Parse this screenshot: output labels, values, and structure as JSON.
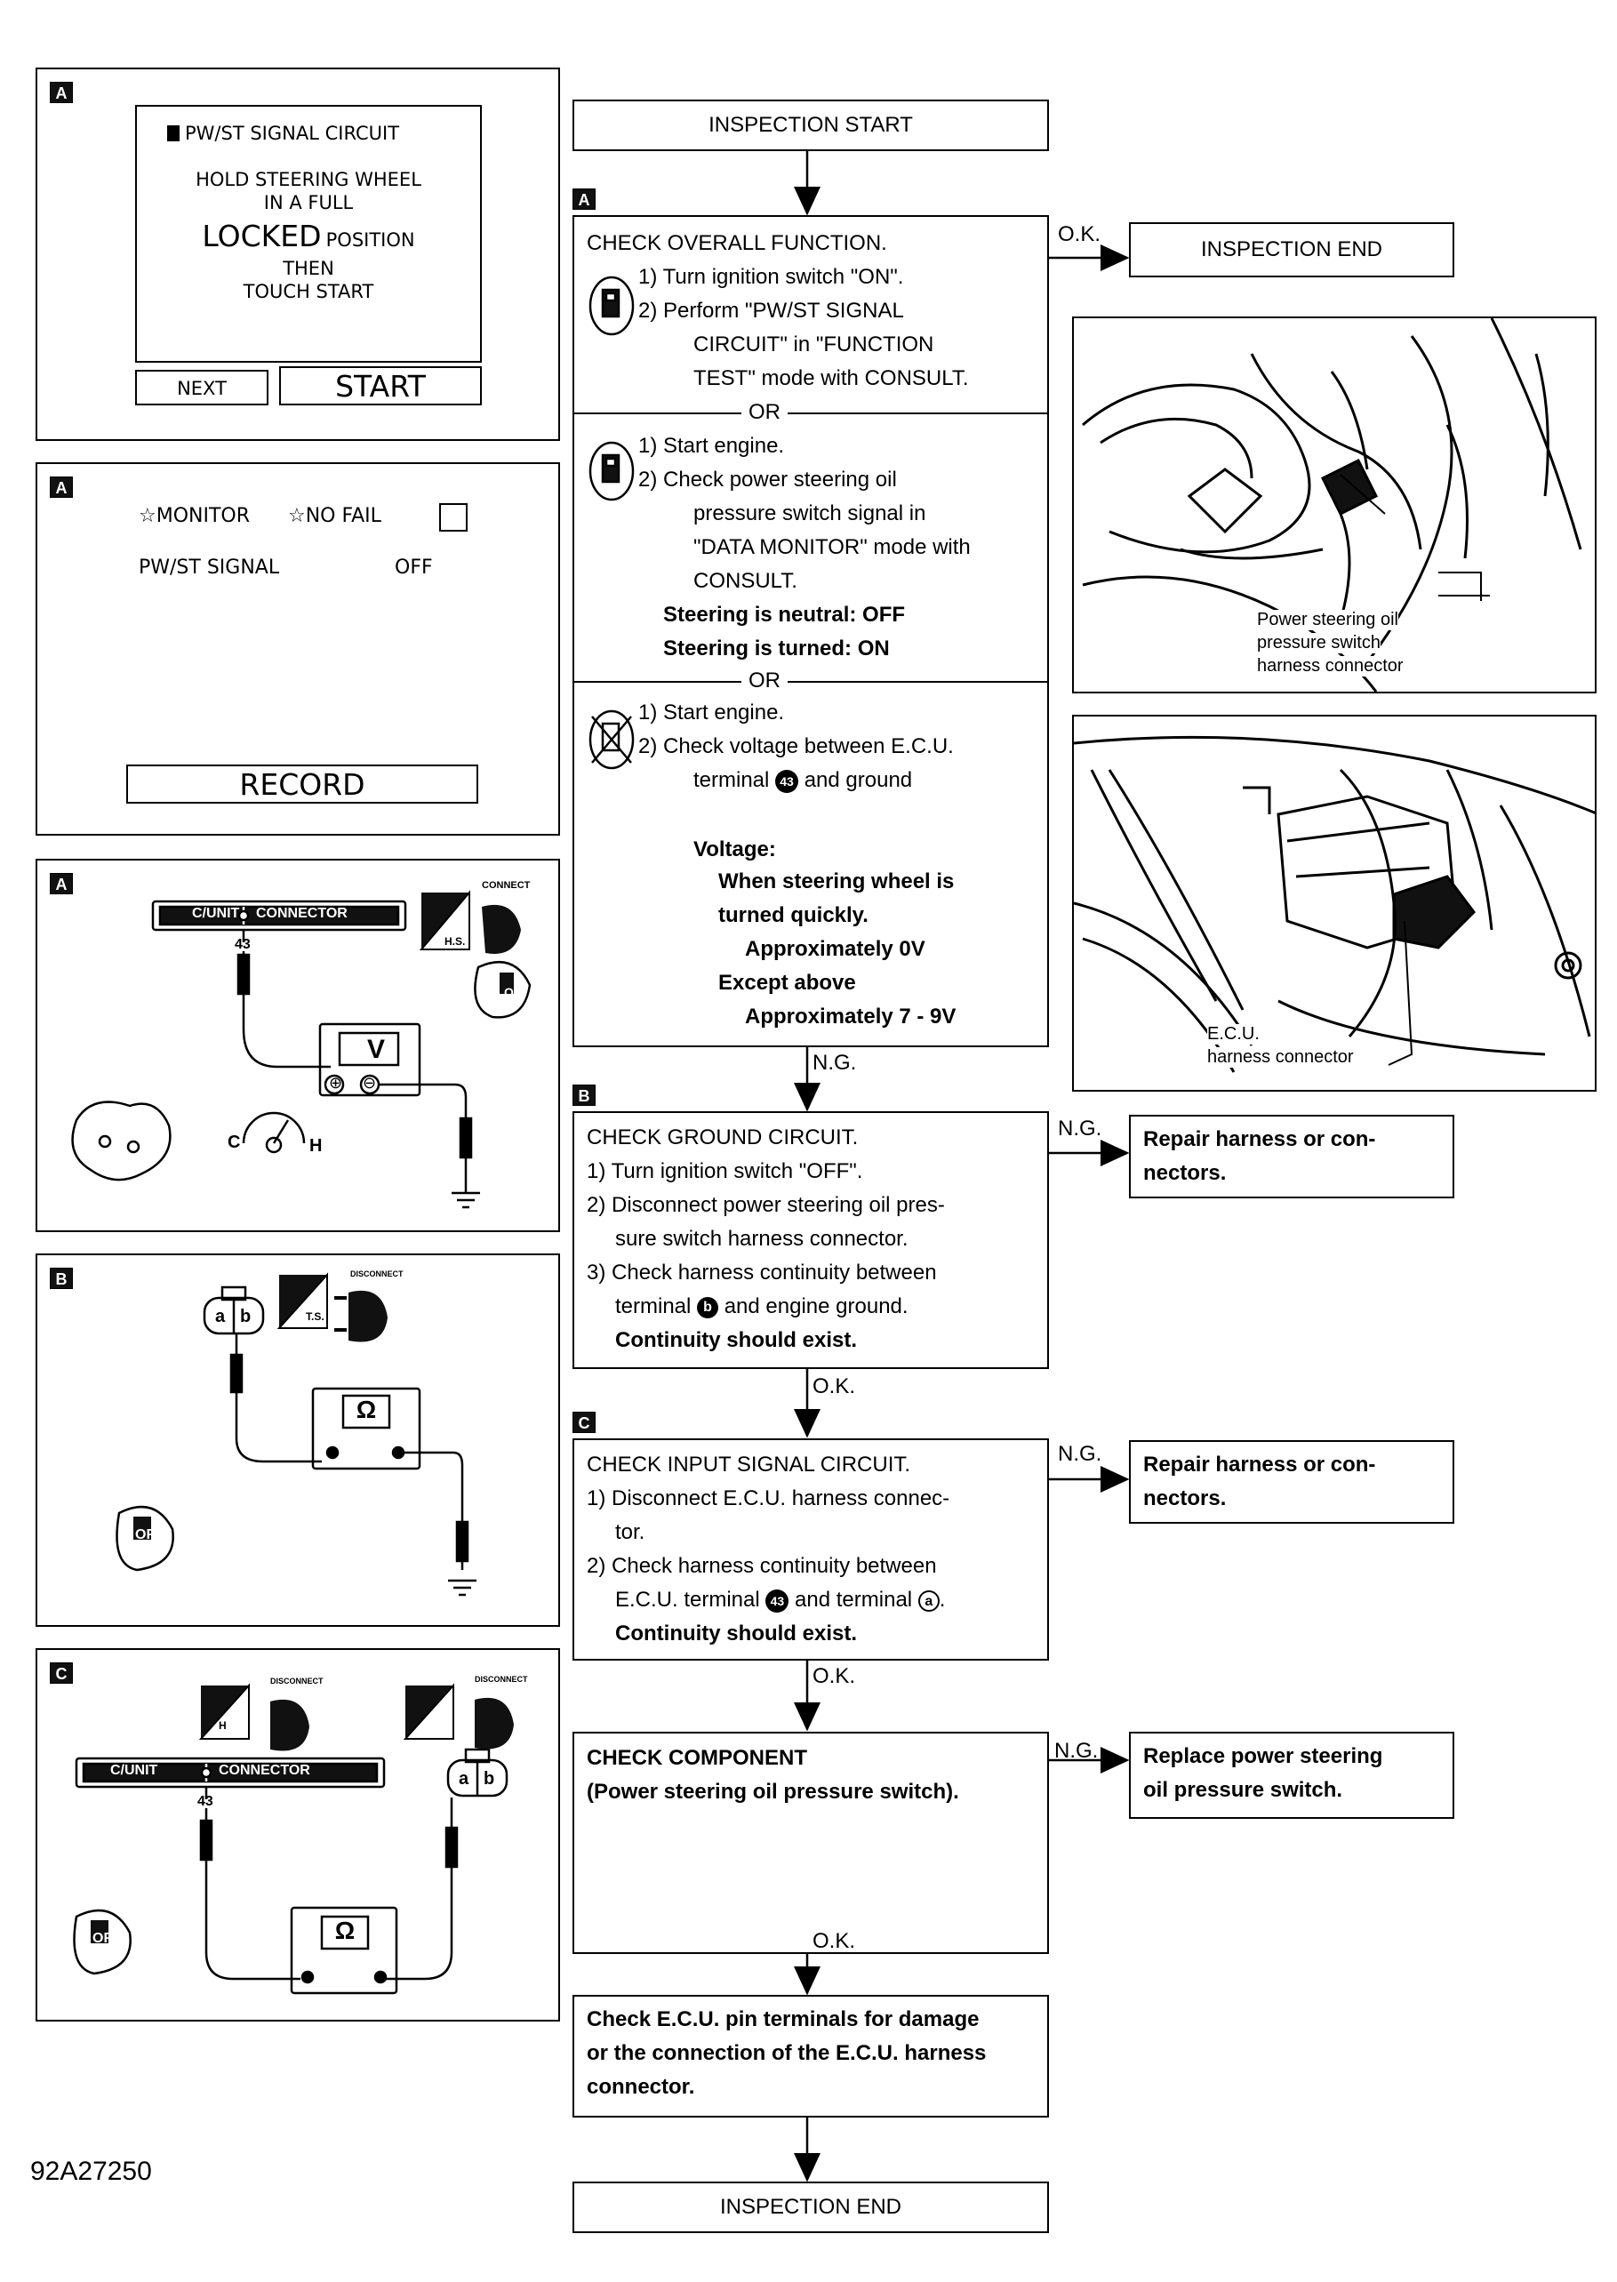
{
  "doc_code": "92A27250",
  "left": {
    "panel1": {
      "tag": "A",
      "screen_title": "PW/ST SIGNAL CIRCUIT",
      "line1": "HOLD STEERING WHEEL",
      "line2": "IN A FULL",
      "line3_big": "LOCKED",
      "line3_small": "POSITION",
      "line4": "THEN",
      "line5": "TOUCH START",
      "btn_next": "NEXT",
      "btn_start": "START"
    },
    "panel2": {
      "tag": "A",
      "hdr_monitor": "☆MONITOR",
      "hdr_nofail": "☆NO FAIL",
      "row_label": "PW/ST SIGNAL",
      "row_value": "OFF",
      "btn_record": "RECORD"
    },
    "panel3": {
      "tag": "A",
      "cunit": "C/UNIT",
      "connector": "CONNECTOR",
      "pin": "43",
      "connect": "CONNECT",
      "meter": "V",
      "hs": "H.S.",
      "on": "ON",
      "gauge_c": "C",
      "gauge_h": "H"
    },
    "panel4": {
      "tag": "B",
      "term_a": "a",
      "term_b": "b",
      "ts": "T.S.",
      "disconnect": "DISCONNECT",
      "meter": "Ω",
      "off": "OFF"
    },
    "panel5": {
      "tag": "C",
      "cunit": "C/UNIT",
      "connector": "CONNECTOR",
      "pin": "43",
      "h": "H",
      "disconnect1": "DISCONNECT",
      "disconnect2": "DISCONNECT",
      "term_a": "a",
      "term_b": "b",
      "meter": "Ω",
      "off": "OFF"
    }
  },
  "flow": {
    "start": "INSPECTION START",
    "tagA": "A",
    "tagB": "B",
    "tagC": "C",
    "boxA": {
      "title": "CHECK OVERALL FUNCTION.",
      "s1_1": "1) Turn ignition switch \"ON\".",
      "s1_2": "2) Perform \"PW/ST SIGNAL",
      "s1_3": "CIRCUIT\" in \"FUNCTION",
      "s1_4": "TEST\" mode with CONSULT.",
      "or1": "OR",
      "s2_1": "1) Start engine.",
      "s2_2": "2) Check power steering oil",
      "s2_3": "pressure switch signal in",
      "s2_4": "\"DATA MONITOR\" mode with",
      "s2_5": "CONSULT.",
      "s2_6": "Steering is neutral: OFF",
      "s2_7": "Steering is turned: ON",
      "or2": "OR",
      "s3_1": "1) Start engine.",
      "s3_2": "2) Check voltage between E.C.U.",
      "s3_3a": "terminal",
      "s3_3pin": "43",
      "s3_3b": "and ground",
      "s3_4": "Voltage:",
      "s3_5": "When steering wheel is",
      "s3_6": "turned quickly.",
      "s3_7": "Approximately 0V",
      "s3_8": "Except above",
      "s3_9": "Approximately 7 - 9V"
    },
    "ok_A": "O.K.",
    "endA": "INSPECTION END",
    "ng_A": "N.G.",
    "photo1": {
      "l1": "Power steering oil",
      "l2": "pressure switch",
      "l3": "harness connector"
    },
    "photo2": {
      "l1": "E.C.U.",
      "l2": "harness connector"
    },
    "boxB": {
      "title": "CHECK GROUND CIRCUIT.",
      "l1": "1) Turn ignition switch \"OFF\".",
      "l2": "2) Disconnect power steering oil pres-",
      "l3": "sure switch harness connector.",
      "l4": "3) Check harness continuity between",
      "l5a": "terminal",
      "l5pin": "b",
      "l5b": "and engine ground.",
      "l6": "Continuity should exist."
    },
    "ng_B": "N.G.",
    "repB_1": "Repair harness or con-",
    "repB_2": "nectors.",
    "ok_B": "O.K.",
    "boxC": {
      "title": "CHECK INPUT SIGNAL CIRCUIT.",
      "l1": "1) Disconnect E.C.U. harness connec-",
      "l2": "tor.",
      "l3": "2) Check harness continuity between",
      "l4a": "E.C.U. terminal",
      "l4pin": "43",
      "l4b": "and terminal",
      "l4pin2": "a",
      "l5": "Continuity should exist."
    },
    "ng_C": "N.G.",
    "repC_1": "Repair harness or con-",
    "repC_2": "nectors.",
    "ok_C": "O.K.",
    "boxD": {
      "l1": "CHECK COMPONENT",
      "l2": "(Power steering oil pressure switch)."
    },
    "ng_D": "N.G.",
    "repD_1": "Replace power steering",
    "repD_2": "oil pressure switch.",
    "ok_D": "O.K.",
    "boxE": {
      "l1": "Check E.C.U. pin terminals for damage",
      "l2": "or the connection of the E.C.U. harness",
      "l3": "connector."
    },
    "end": "INSPECTION END"
  }
}
